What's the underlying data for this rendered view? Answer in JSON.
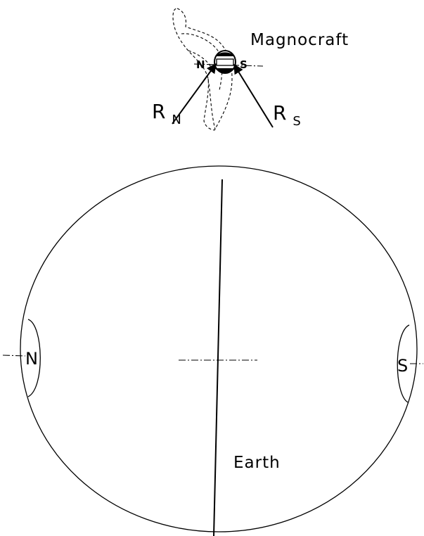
{
  "magnocraft": {
    "title": "Magnocraft",
    "pole_n": "N",
    "pole_s": "S",
    "force_n": {
      "main": "R",
      "sub": "N"
    },
    "force_s": {
      "main": "R",
      "sub": "S"
    }
  },
  "earth": {
    "label": "Earth",
    "pole_n": "N",
    "pole_s": "S"
  },
  "colors": {
    "ink": "#000000",
    "paper": "#ffffff"
  }
}
